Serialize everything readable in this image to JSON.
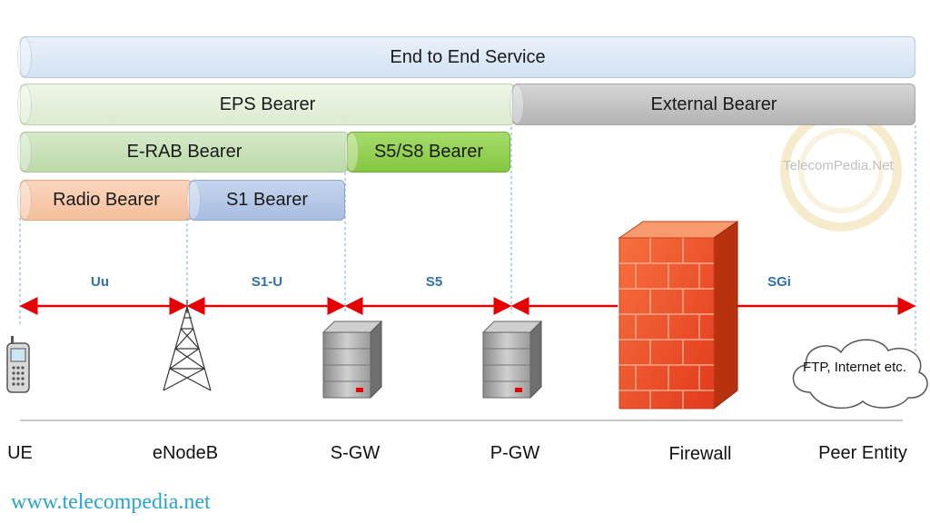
{
  "bearers": {
    "end_to_end": "End to End Service",
    "eps": "EPS Bearer",
    "external": "External Bearer",
    "erab": "E-RAB Bearer",
    "s5s8": "S5/S8 Bearer",
    "radio": "Radio Bearer",
    "s1": "S1 Bearer"
  },
  "interfaces": {
    "uu": "Uu",
    "s1u": "S1-U",
    "s5": "S5",
    "sgi": "SGi"
  },
  "nodes": {
    "ue": "UE",
    "enodeb": "eNodeB",
    "sgw": "S-GW",
    "pgw": "P-GW",
    "firewall": "Firewall",
    "peer": "Peer Entity"
  },
  "cloud_text": "FTP, Internet etc.",
  "watermark": "TelecomPedia.Net",
  "website": "www.telecompedia.net",
  "colors": {
    "end_to_end": "#dce8f5",
    "eps": "#e2efda",
    "external": "#bfbfbf",
    "erab": "#c6e0b4",
    "s5s8": "#92d050",
    "radio": "#f8cbad",
    "s1": "#b4c7e7",
    "arrow": "#e60000",
    "firewall": "#f4552f",
    "interface_text": "#2f6fb5",
    "website": "#2aa3cf"
  }
}
